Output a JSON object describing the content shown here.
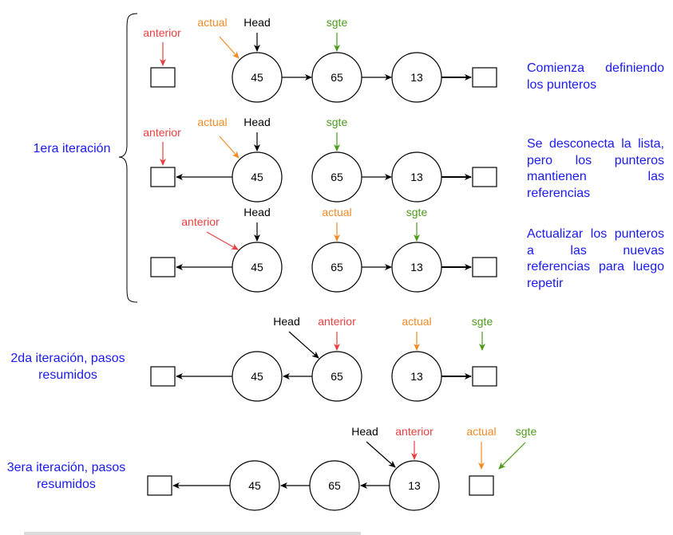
{
  "colors": {
    "anterior": "#ea4040",
    "actual": "#f08a24",
    "sgte": "#4e9a1c",
    "head": "#000000",
    "text_blue": "#1a1af0"
  },
  "labels": {
    "anterior": "anterior",
    "actual": "actual",
    "head": "Head",
    "sgte": "sgte"
  },
  "nodes": {
    "n45": "45",
    "n65": "65",
    "n13": "13"
  },
  "descriptions": {
    "step1": "Comienza definiendo los punteros",
    "step2": "Se desconecta la lista, pero los punteros mantienen las referencias",
    "step3": "Actualizar los punteros a las nuevas referencias para luego repetir"
  },
  "iterations": {
    "first": "1era iteración",
    "second": "2da iteración, pasos resumidos",
    "third": "3era iteración, pasos resumidos"
  }
}
